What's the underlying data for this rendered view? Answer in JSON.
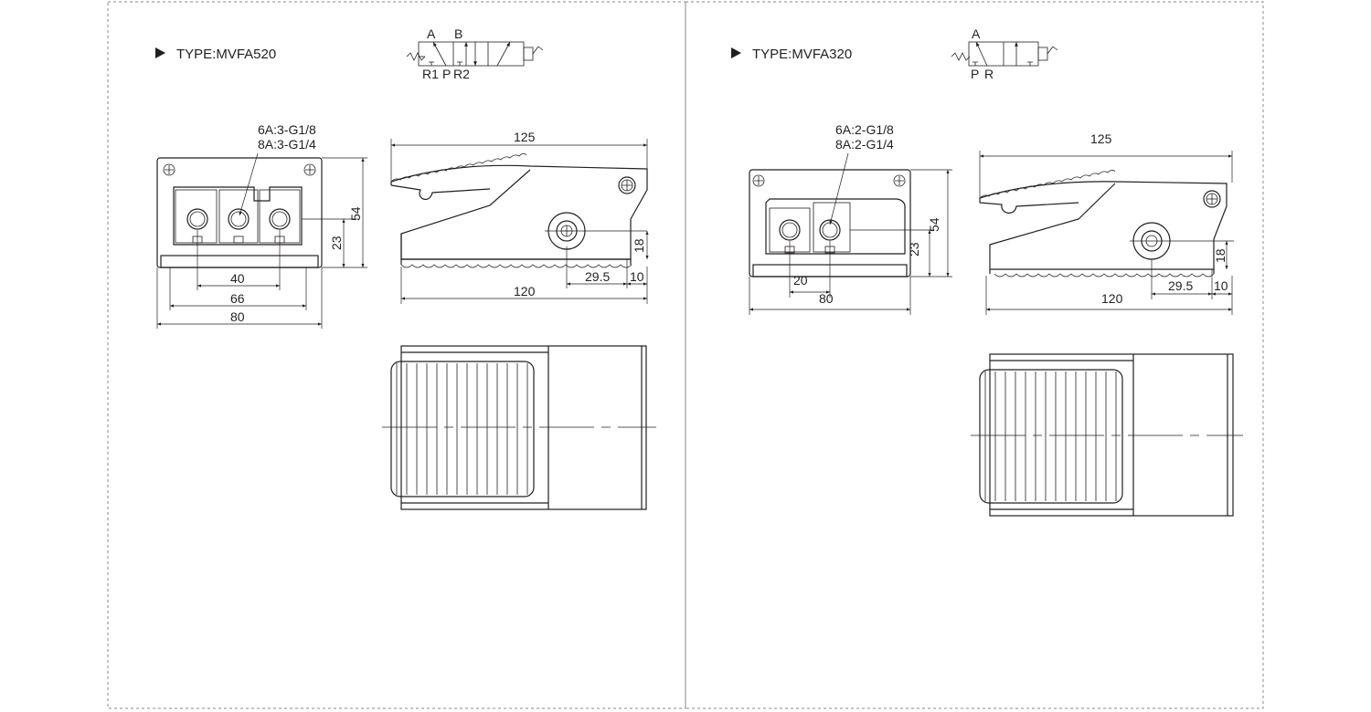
{
  "left": {
    "type_label": "TYPE:MVFA520",
    "symbol_ports_top": [
      "A",
      "B"
    ],
    "symbol_ports_bottom": [
      "R1",
      "P",
      "R2"
    ],
    "port_note_1": "6A:3-G1/8",
    "port_note_2": "8A:3-G1/4",
    "dims": {
      "d40": "40",
      "d66": "66",
      "d80": "80",
      "d54": "54",
      "d23": "23",
      "d125": "125",
      "d120": "120",
      "d29_5": "29.5",
      "d10": "10",
      "d18": "18"
    }
  },
  "right": {
    "type_label": "TYPE:MVFA320",
    "symbol_ports_top": [
      "A"
    ],
    "symbol_ports_bottom": [
      "P",
      "R"
    ],
    "port_note_1": "6A:2-G1/8",
    "port_note_2": "8A:2-G1/4",
    "dims": {
      "d20": "20",
      "d80": "80",
      "d54": "54",
      "d23": "23",
      "d125": "125",
      "d120": "120",
      "d29_5": "29.5",
      "d10": "10",
      "d18": "18"
    }
  }
}
